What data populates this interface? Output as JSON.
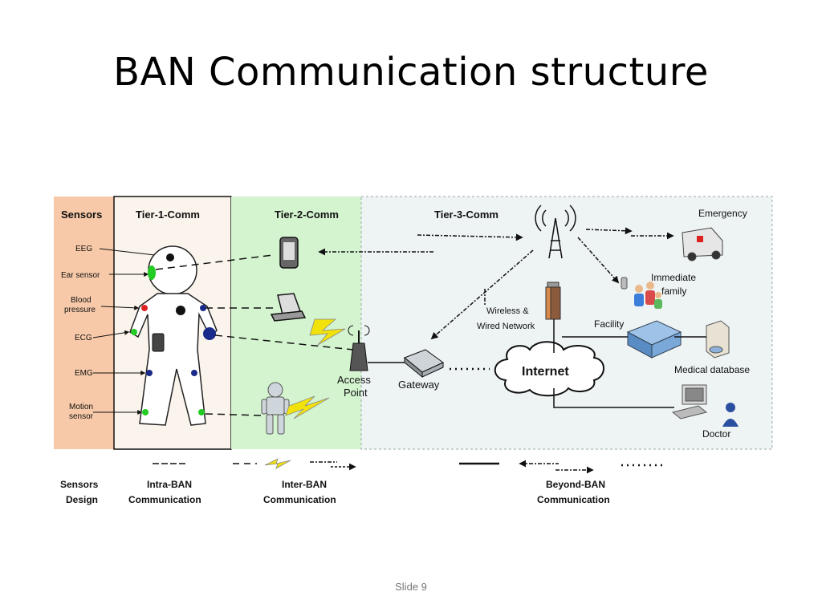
{
  "title": "BAN Communication structure",
  "slide": "Slide 9",
  "headers": {
    "sensors": "Sensors",
    "tier1": "Tier-1-Comm",
    "tier2": "Tier-2-Comm",
    "tier3": "Tier-3-Comm"
  },
  "sensors": {
    "eeg": "EEG",
    "ear": "Ear sensor",
    "blood1": "Blood",
    "blood2": "pressure",
    "ecg": "ECG",
    "emg": "EMG",
    "motion1": "Motion",
    "motion2": "sensor"
  },
  "nodes": {
    "access1": "Access",
    "access2": "Point",
    "gateway": "Gateway",
    "internet": "Internet",
    "wireless1": "Wireless &",
    "wireless2": "Wired Network",
    "emergency": "Emergency",
    "family1": "Immediate",
    "family2": "family",
    "facility": "Facility",
    "meddb": "Medical database",
    "doctor": "Doctor"
  },
  "legend": {
    "design1": "Sensors",
    "design2": "Design",
    "intra1": "Intra-BAN",
    "intra2": "Communication",
    "inter1": "Inter-BAN",
    "inter2": "Communication",
    "beyond1": "Beyond-BAN",
    "beyond2": "Communication"
  },
  "colors": {
    "sensors_bg": "#f7c9a8",
    "tier1_bg": "#fbf4ec",
    "tier2_bg": "#d3f4cf",
    "tier3_bg": "#eef3f4",
    "sensor_green": "#22cc22",
    "sensor_blue": "#1a2a8a",
    "sensor_red": "#dd2222"
  }
}
